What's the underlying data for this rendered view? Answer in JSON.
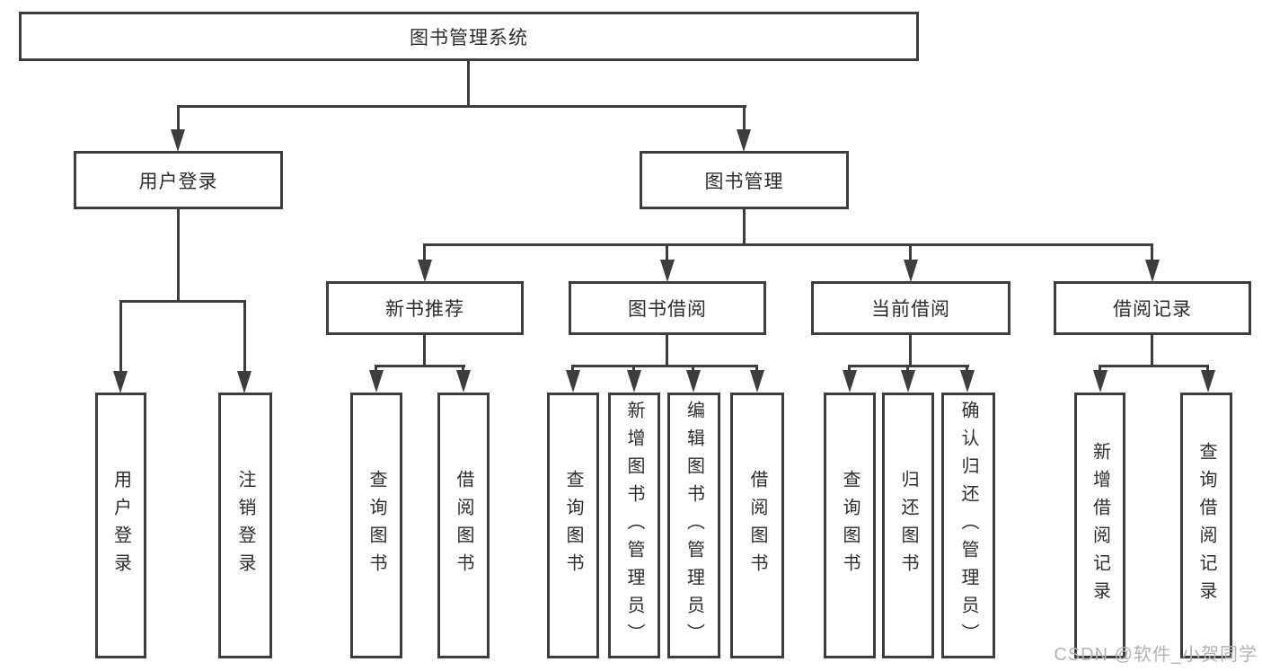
{
  "diagram": {
    "root": {
      "label": "图书管理系统"
    },
    "branches": [
      {
        "label": "用户登录",
        "children": [
          {
            "label": "用户登录"
          },
          {
            "label": "注销登录"
          }
        ]
      },
      {
        "label": "图书管理",
        "children": [
          {
            "label": "新书推荐",
            "children": [
              {
                "label": "查询图书"
              },
              {
                "label": "借阅图书"
              }
            ]
          },
          {
            "label": "图书借阅",
            "children": [
              {
                "label": "查询图书"
              },
              {
                "label": "新增图书（管理员）"
              },
              {
                "label": "编辑图书（管理员）"
              },
              {
                "label": "借阅图书"
              }
            ]
          },
          {
            "label": "当前借阅",
            "children": [
              {
                "label": "查询图书"
              },
              {
                "label": "归还图书"
              },
              {
                "label": "确认归还（管理员）"
              }
            ]
          },
          {
            "label": "借阅记录",
            "children": [
              {
                "label": "新增借阅记录"
              },
              {
                "label": "查询借阅记录"
              }
            ]
          }
        ]
      }
    ]
  },
  "watermark": "CSDN @软件_小贺同学",
  "colors": {
    "line": "#3d3d3d",
    "text": "#2d2d2d",
    "watermark": "#b3b3b3",
    "bg": "#ffffff"
  }
}
